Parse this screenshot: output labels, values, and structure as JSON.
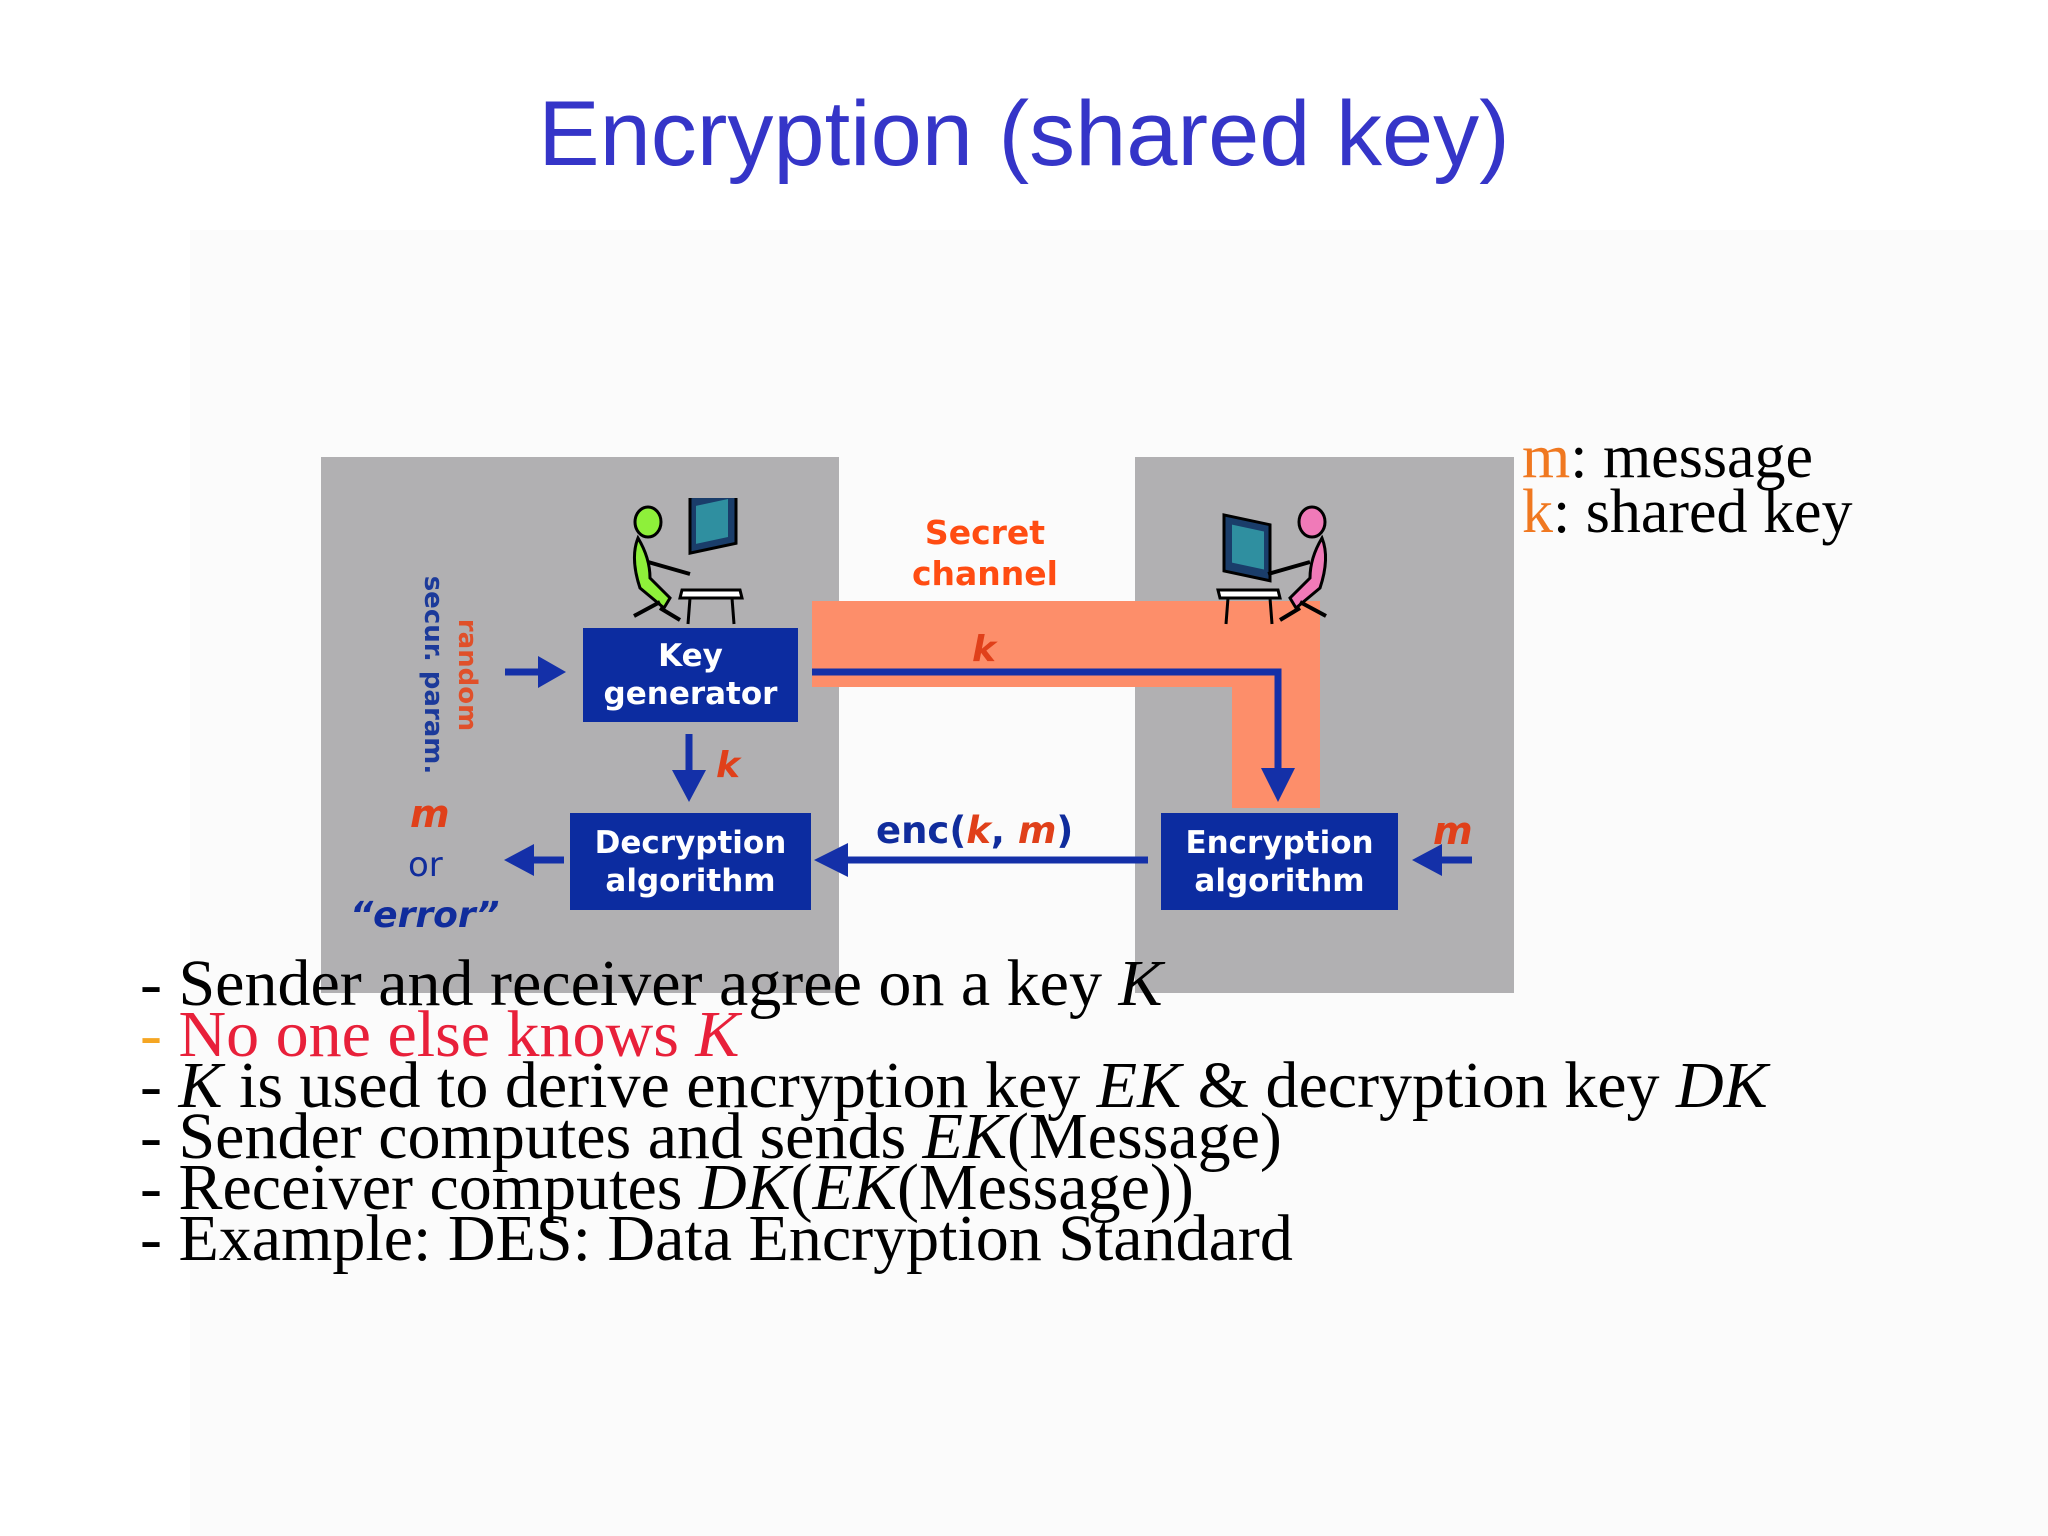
{
  "slide": {
    "title": "Encryption (shared key)"
  },
  "diagram": {
    "secret_channel_line1": "Secret",
    "secret_channel_line2": "channel",
    "channel_key": "k",
    "param_label_1": "random",
    "param_label_2": "secur. param.",
    "key_generator_line1": "Key",
    "key_generator_line2": "generator",
    "keygen_arrow_key": "k",
    "decryption_line1": "Decryption",
    "decryption_line2": "algorithm",
    "encryption_line1": "Encryption",
    "encryption_line2": "algorithm",
    "enc_label_prefix": "enc(",
    "enc_label_k": "k",
    "enc_label_sep": ", ",
    "enc_label_m": "m",
    "enc_label_suffix": ")",
    "input_m": "m",
    "output_m": "m",
    "output_or": "or",
    "output_error": "“error”",
    "colors": {
      "panel": "#b1b0b2",
      "box": "#0c2ca0",
      "channel": "#fd8e6a",
      "accent_red": "#e0401a"
    }
  },
  "legend": {
    "m_key": "m",
    "m_desc": ": message",
    "k_key": "k",
    "k_desc": ": shared key"
  },
  "bullets": {
    "b1_text": "- Sender and receiver agree on a key ",
    "b1_var": "K",
    "b2_dash": "-",
    "b2_text": " No one else knows ",
    "b2_var": "K",
    "b3_dash": "- ",
    "b3_var1": "K",
    "b3_text1": " is used to derive encryption key ",
    "b3_var2": "EK",
    "b3_text2": " & decryption key ",
    "b3_var3": "DK",
    "b4_text": "- Sender computes and sends ",
    "b4_var": "EK",
    "b4_text2": "(Message)",
    "b5_text": "- Receiver computes ",
    "b5_var1": "DK",
    "b5_text2": "(",
    "b5_var2": "EK",
    "b5_text3": "(Message))",
    "b6_text": "- Example: DES: Data Encryption Standard"
  }
}
